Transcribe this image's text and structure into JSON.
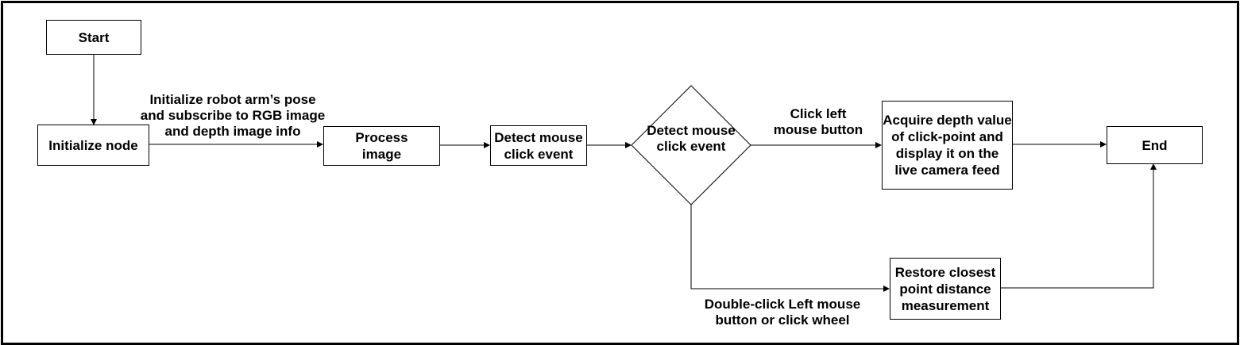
{
  "nodes": {
    "start": "Start",
    "init_node": "Initialize node",
    "process_image": "Process\nimage",
    "detect_click": "Detect mouse\nclick event",
    "decision": "Detect mouse\nclick event",
    "acquire_depth": "Acquire depth value\nof click-point and\ndisplay it on the\nlive camera feed",
    "restore": "Restore closest\npoint distance\nmeasurement",
    "end": "End"
  },
  "edge_labels": {
    "init_to_process": "Initialize robot arm’s pose\nand subscribe to RGB image\nand depth image info",
    "left_click": "Click left\nmouse button",
    "double_click": "Double-click Left mouse\nbutton or click wheel"
  }
}
